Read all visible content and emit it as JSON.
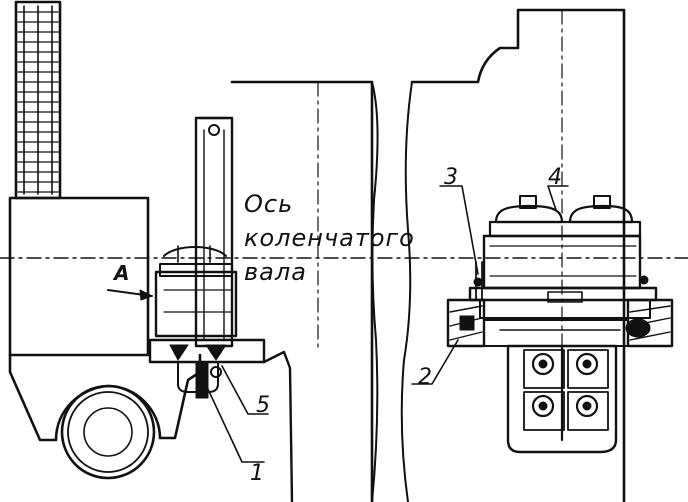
{
  "labels": {
    "axis_line1": "Ось",
    "axis_line2": "коленчатого",
    "axis_line3": "вала",
    "arrow_a": "A",
    "callout_1": "1",
    "callout_2": "2",
    "callout_3": "3",
    "callout_4": "4",
    "callout_5": "5"
  },
  "colors": {
    "ink": "#111111",
    "paper": "#ffffff"
  }
}
